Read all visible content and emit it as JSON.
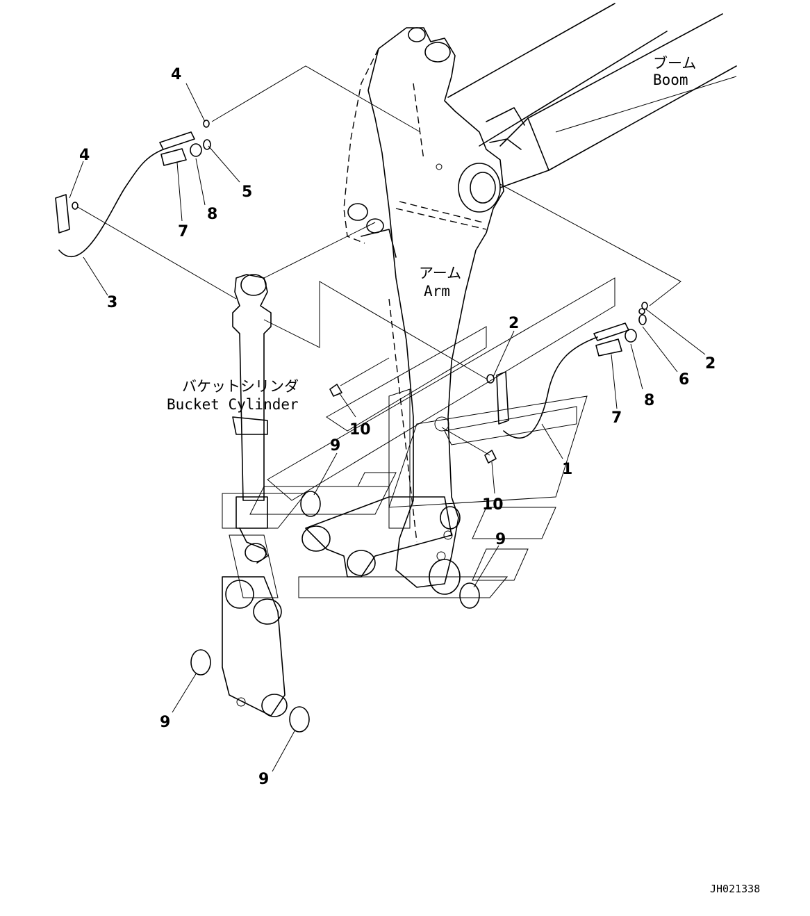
{
  "labels": {
    "boom_jp": "ブーム",
    "boom_en": "Boom",
    "arm_jp": "アーム",
    "arm_en": "Arm",
    "cyl_jp": "バケットシリンダ",
    "cyl_en": "Bucket Cylinder"
  },
  "callouts": {
    "c4a": "4",
    "c4b": "4",
    "c5": "5",
    "c7a": "7",
    "c8a": "8",
    "c3": "3",
    "c2a": "2",
    "c2b": "2",
    "c6": "6",
    "c7b": "7",
    "c8b": "8",
    "c1": "1",
    "c10a": "10",
    "c10b": "10",
    "c9a": "9",
    "c9b": "9",
    "c9c": "9",
    "c9d": "9"
  },
  "drawing_code": "JH021338"
}
